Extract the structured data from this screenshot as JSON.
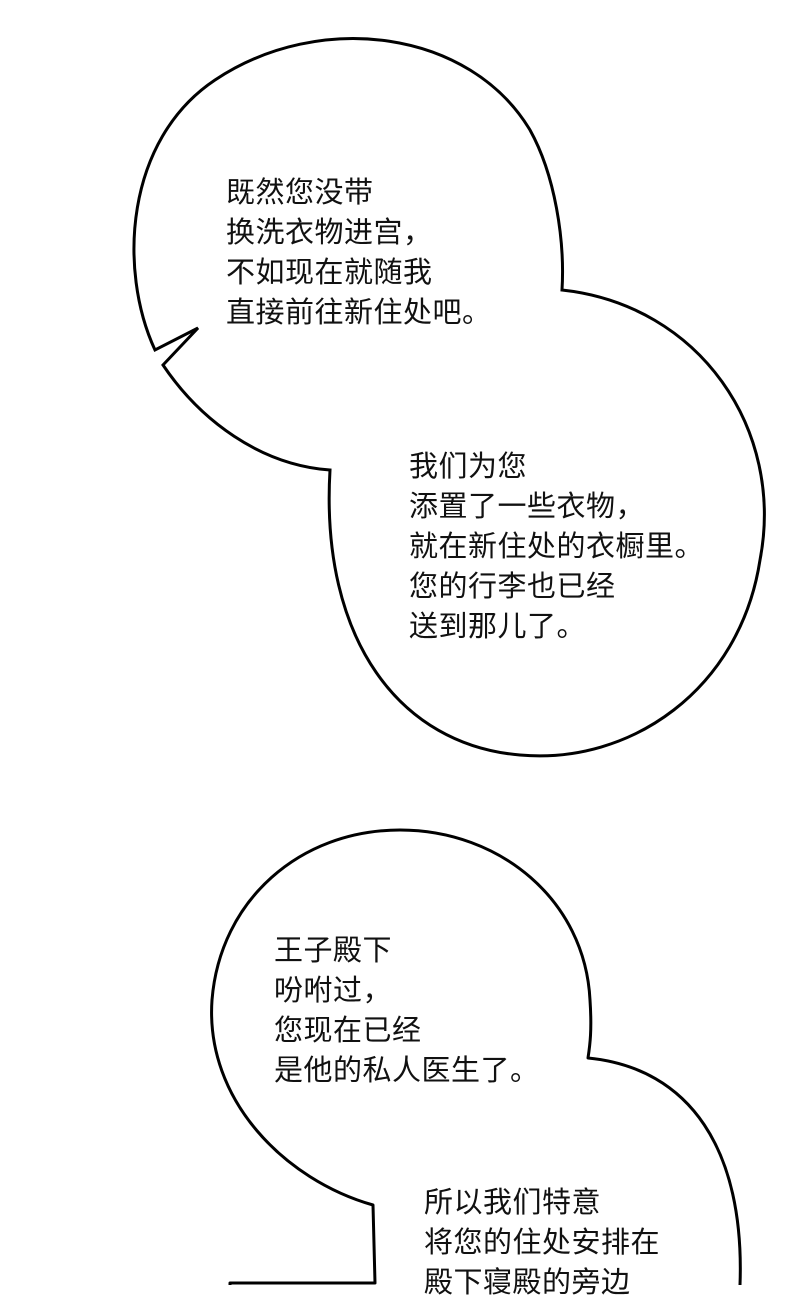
{
  "bubbles": [
    {
      "lines": [
        "既然您没带",
        "换洗衣物进宫，",
        "不如现在就随我",
        "直接前往新住处吧。"
      ]
    },
    {
      "lines": [
        "我们为您",
        "添置了一些衣物，",
        "就在新住处的衣橱里。",
        "您的行李也已经",
        "送到那儿了。"
      ]
    },
    {
      "lines": [
        "王子殿下",
        "吩咐过，",
        "您现在已经",
        "是他的私人医生了。"
      ]
    },
    {
      "lines": [
        "所以我们特意",
        "将您的住处安排在",
        "殿下寝殿的旁边"
      ]
    }
  ],
  "colors": {
    "background": "#ffffff",
    "outline": "#000000",
    "text": "#111111"
  }
}
